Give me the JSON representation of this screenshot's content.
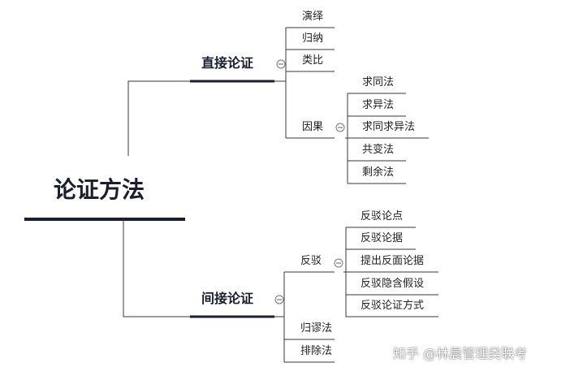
{
  "root": {
    "label": "论证方法"
  },
  "branches": {
    "direct": {
      "label": "直接论证",
      "items": [
        "演绎",
        "归纳",
        "类比",
        "因果"
      ],
      "causal": {
        "label": "因果",
        "items": [
          "求同法",
          "求异法",
          "求同求异法",
          "共变法",
          "剩余法"
        ]
      }
    },
    "indirect": {
      "label": "间接论证",
      "items": [
        "反驳",
        "归谬法",
        "排除法"
      ],
      "refute": {
        "label": "反驳",
        "items": [
          "反驳论点",
          "反驳论据",
          "提出反面论据",
          "反驳隐含假设",
          "反驳论证方式"
        ]
      }
    }
  },
  "watermark": "知乎 @林晨管理类联考",
  "colors": {
    "line": "#3a3a3a",
    "underline_dark": "#1a1f2e"
  }
}
